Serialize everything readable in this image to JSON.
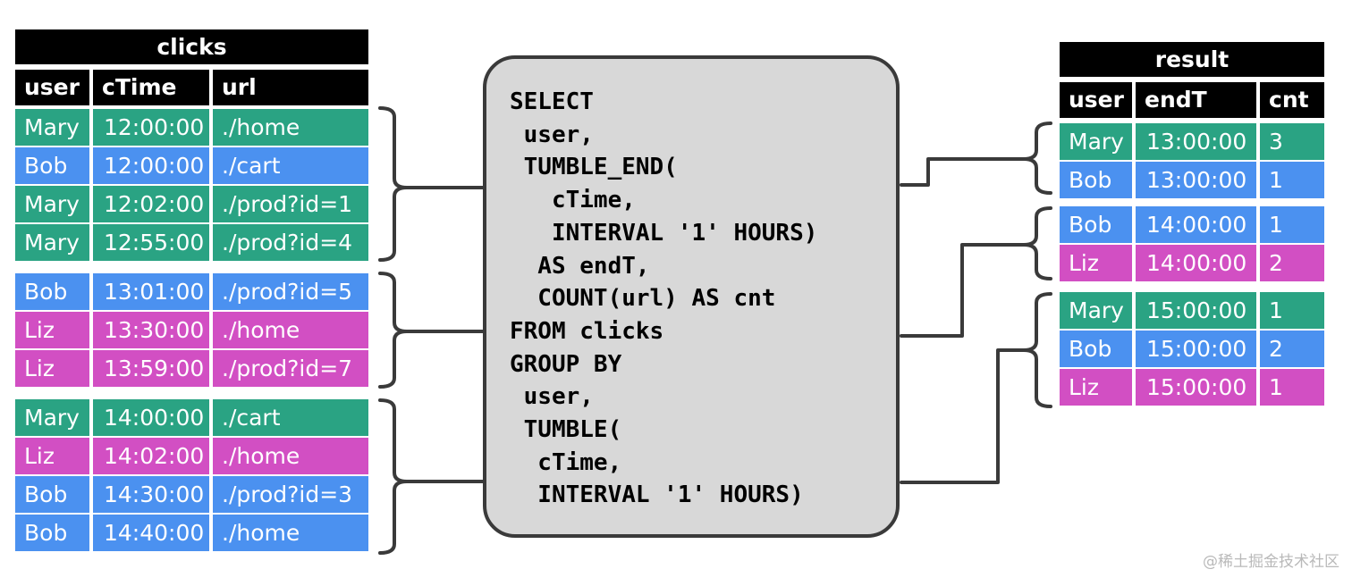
{
  "colors": {
    "Mary": "#2aa383",
    "Bob": "#4b91f0",
    "Liz": "#d24fc3",
    "header": "#000000",
    "sql_box": "#d8d8d8",
    "connector": "#3a3a3a"
  },
  "clicks": {
    "title": "clicks",
    "columns": [
      "user",
      "cTime",
      "url"
    ],
    "rows": [
      [
        "Mary",
        "12:00:00",
        "./home"
      ],
      [
        "Bob",
        "12:00:00",
        "./cart"
      ],
      [
        "Mary",
        "12:02:00",
        "./prod?id=1"
      ],
      [
        "Mary",
        "12:55:00",
        "./prod?id=4"
      ],
      [
        "Bob",
        "13:01:00",
        "./prod?id=5"
      ],
      [
        "Liz",
        "13:30:00",
        "./home"
      ],
      [
        "Liz",
        "13:59:00",
        "./prod?id=7"
      ],
      [
        "Mary",
        "14:00:00",
        "./cart"
      ],
      [
        "Liz",
        "14:02:00",
        "./home"
      ],
      [
        "Bob",
        "14:30:00",
        "./prod?id=3"
      ],
      [
        "Bob",
        "14:40:00",
        "./home"
      ]
    ]
  },
  "query": {
    "lines": [
      "SELECT",
      " user,",
      " TUMBLE_END(",
      "   cTime,",
      "   INTERVAL '1' HOURS)",
      "  AS endT,",
      "  COUNT(url) AS cnt",
      "FROM clicks",
      "GROUP BY",
      " user,",
      " TUMBLE(",
      "  cTime,",
      "  INTERVAL '1' HOURS)"
    ]
  },
  "result": {
    "title": "result",
    "columns": [
      "user",
      "endT",
      "cnt"
    ],
    "rows": [
      [
        "Mary",
        "13:00:00",
        "3"
      ],
      [
        "Bob",
        "13:00:00",
        "1"
      ],
      [
        "Bob",
        "14:00:00",
        "1"
      ],
      [
        "Liz",
        "14:00:00",
        "2"
      ],
      [
        "Mary",
        "15:00:00",
        "1"
      ],
      [
        "Bob",
        "15:00:00",
        "2"
      ],
      [
        "Liz",
        "15:00:00",
        "1"
      ]
    ]
  },
  "watermark": "@稀土掘金技术社区"
}
